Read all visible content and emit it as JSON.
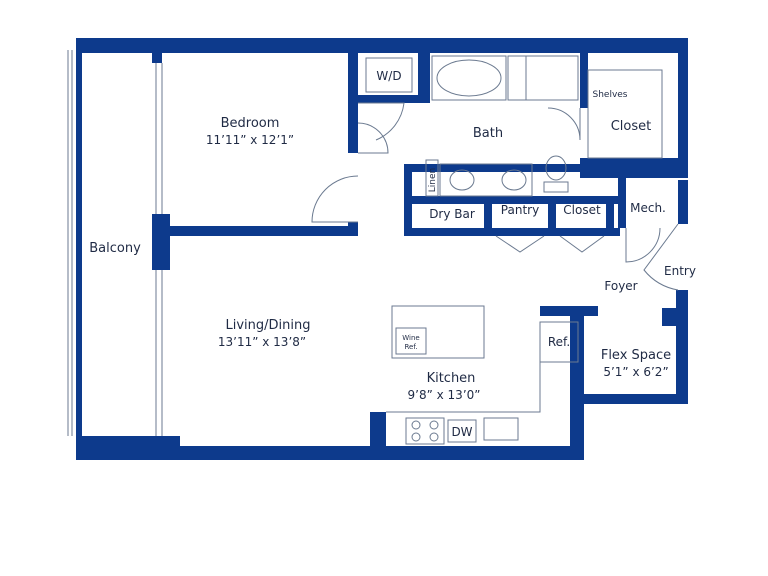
{
  "plan": {
    "wall_color": "#0d3a8c",
    "fixture_color": "#6b7a90",
    "rooms": {
      "balcony": "Balcony",
      "bedroom": "Bedroom",
      "bedroom_dim": "11’11” x 12’1”",
      "wd": "W/D",
      "bath": "Bath",
      "shelves": "Shelves",
      "closet_main": "Closet",
      "linen": "Linen",
      "dry_bar": "Dry Bar",
      "pantry": "Pantry",
      "closet_hall": "Closet",
      "mech": "Mech.",
      "entry": "Entry",
      "foyer": "Foyer",
      "living": "Living/Dining",
      "living_dim": "13’11” x 13’8”",
      "wine_ref_1": "Wine",
      "wine_ref_2": "Ref.",
      "ref": "Ref.",
      "flex": "Flex Space",
      "flex_dim": "5’1” x 6’2”",
      "kitchen": "Kitchen",
      "kitchen_dim": "9’8” x 13’0”",
      "dw": "DW"
    }
  }
}
